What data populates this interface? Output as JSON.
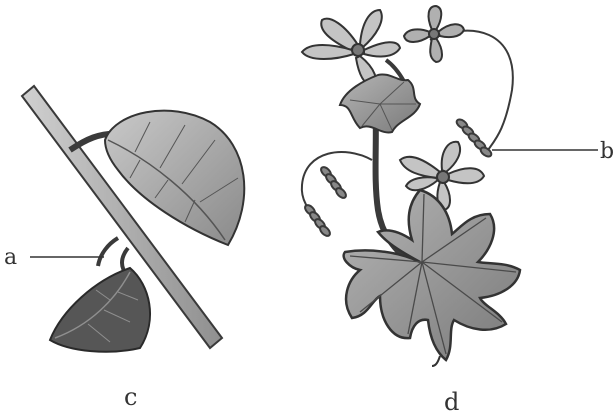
{
  "labels": {
    "a": "a",
    "b": "b",
    "c": "c",
    "d": "d"
  },
  "colors": {
    "stroke": "#3a3a3a",
    "leaf_fill": "#8e8e8e",
    "leaf_light": "#b9b9b9",
    "leaf_dark": "#4f4f4f",
    "flower_fill": "#c4c4c4",
    "stem_fill": "#a7a7a7"
  }
}
